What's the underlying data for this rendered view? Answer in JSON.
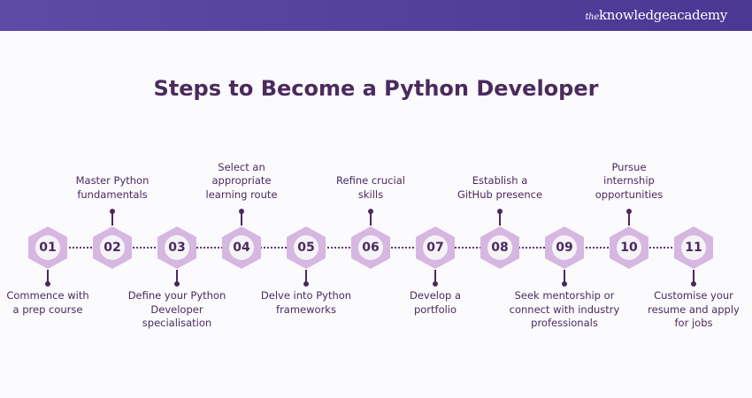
{
  "header": {
    "logo_prefix": "the",
    "logo_main": "knowledgeacademy"
  },
  "title": "Steps to Become a Python Developer",
  "colors": {
    "header": "#4b3794",
    "hexagon": "#d6b7e1",
    "text": "#4a2a5e"
  },
  "steps": [
    {
      "number": "01",
      "label": "Commence with a prep course",
      "position": "below"
    },
    {
      "number": "02",
      "label": "Master Python fundamentals",
      "position": "above"
    },
    {
      "number": "03",
      "label": "Define your Python Developer specialisation",
      "position": "below"
    },
    {
      "number": "04",
      "label": "Select an appropriate learning route",
      "position": "above"
    },
    {
      "number": "05",
      "label": "Delve into Python frameworks",
      "position": "below"
    },
    {
      "number": "06",
      "label": "Refine crucial skills",
      "position": "above"
    },
    {
      "number": "07",
      "label": "Develop a portfolio",
      "position": "below"
    },
    {
      "number": "08",
      "label": "Establish a GitHub presence",
      "position": "above"
    },
    {
      "number": "09",
      "label": "Seek mentorship or connect with industry professionals",
      "position": "below"
    },
    {
      "number": "10",
      "label": "Pursue internship opportunities",
      "position": "above"
    },
    {
      "number": "11",
      "label": "Customise your resume and apply for jobs",
      "position": "below"
    }
  ]
}
